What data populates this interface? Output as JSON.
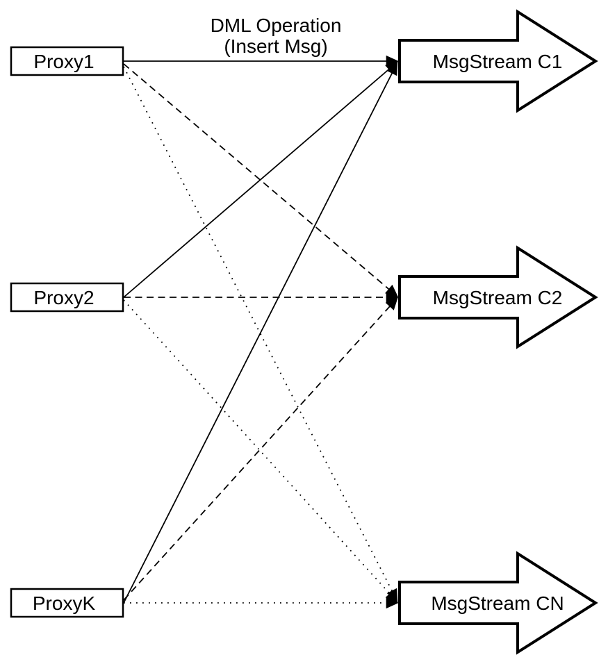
{
  "diagram": {
    "flow_label": {
      "line1": "DML Operation",
      "line2": "(Insert Msg)"
    },
    "proxies": [
      {
        "id": "proxy1",
        "label": "Proxy1"
      },
      {
        "id": "proxy2",
        "label": "Proxy2"
      },
      {
        "id": "proxyk",
        "label": "ProxyK"
      }
    ],
    "streams": [
      {
        "id": "c1",
        "label": "MsgStream C1",
        "incoming_line_style": "solid"
      },
      {
        "id": "c2",
        "label": "MsgStream C2",
        "incoming_line_style": "dashed"
      },
      {
        "id": "cn",
        "label": "MsgStream CN",
        "incoming_line_style": "dotted"
      }
    ],
    "edges": [
      {
        "from": "proxy1",
        "to": "c1",
        "style": "solid"
      },
      {
        "from": "proxy2",
        "to": "c1",
        "style": "solid"
      },
      {
        "from": "proxyk",
        "to": "c1",
        "style": "solid"
      },
      {
        "from": "proxy1",
        "to": "c2",
        "style": "dashed"
      },
      {
        "from": "proxy2",
        "to": "c2",
        "style": "dashed"
      },
      {
        "from": "proxyk",
        "to": "c2",
        "style": "dashed"
      },
      {
        "from": "proxy1",
        "to": "cn",
        "style": "dotted"
      },
      {
        "from": "proxy2",
        "to": "cn",
        "style": "dotted"
      },
      {
        "from": "proxyk",
        "to": "cn",
        "style": "dotted"
      }
    ],
    "colors": {
      "stroke": "#000000",
      "fill": "#ffffff",
      "background": "#ffffff"
    }
  }
}
